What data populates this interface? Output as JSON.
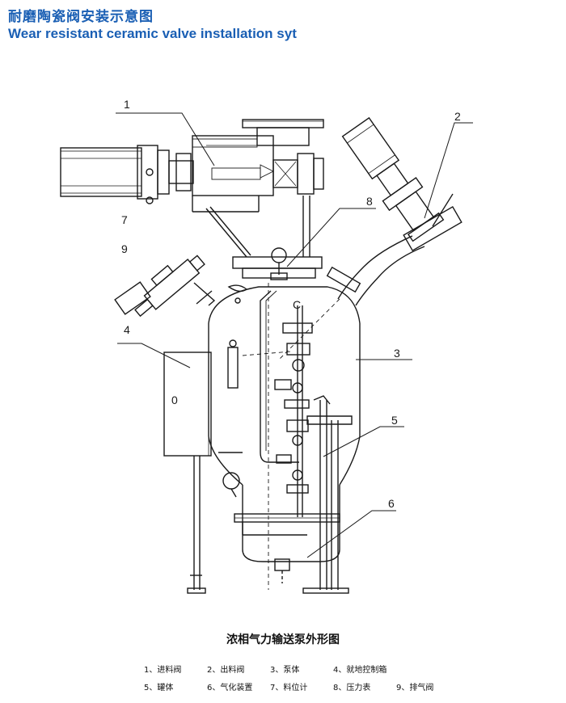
{
  "title_cn": "耐磨陶瓷阀安装示意图",
  "title_en": "Wear resistant ceramic valve installation syt",
  "callouts": {
    "c1": "1",
    "c2": "2",
    "c3": "3",
    "c4": "4",
    "c5": "5",
    "c6": "6",
    "c7": "7",
    "c8": "8",
    "c9": "9",
    "c0": "0",
    "cC": "C"
  },
  "caption": "浓相气力输送泵外形图",
  "legend": {
    "row1": [
      "1、进料阀",
      "2、出料阀",
      "3、泵体",
      "4、就地控制箱"
    ],
    "row2": [
      "5、罐体",
      "6、气化装置",
      "7、料位计",
      "8、压力表",
      "9、排气阀"
    ]
  },
  "colors": {
    "title": "#1a5fb4",
    "line": "#1a1a1a"
  }
}
